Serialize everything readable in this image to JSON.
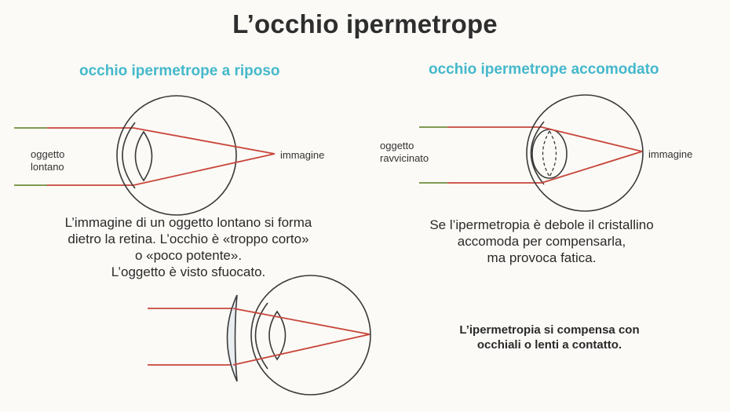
{
  "title": "L’occhio ipermetrope",
  "panels": {
    "left": {
      "subtitle": "occhio ipermetrope a riposo",
      "object_label": [
        "oggetto",
        "lontano"
      ],
      "image_label": "immagine",
      "caption": [
        "L’immagine di un oggetto lontano si forma",
        "dietro la retina. L’occhio è «troppo corto»",
        "o «poco potente».",
        "L’oggetto è visto sfuocato."
      ]
    },
    "right": {
      "subtitle": "occhio ipermetrope accomodato",
      "object_label": [
        "oggetto",
        "ravvicinato"
      ],
      "image_label": "immagine",
      "caption": [
        "Se l’ipermetropia è debole il cristallino",
        "accomoda per compensarla,",
        "ma provoca fatica."
      ]
    },
    "bottom": {
      "caption": [
        "L’ipermetropia si compensa con",
        "occhiali o lenti a contatto."
      ]
    }
  },
  "colors": {
    "title": "#2e2e2e",
    "subtitle": "#45b8cc",
    "ray": "#c8453a",
    "ray_start": "#6f8d3c",
    "outline": "#3a3a3a"
  }
}
